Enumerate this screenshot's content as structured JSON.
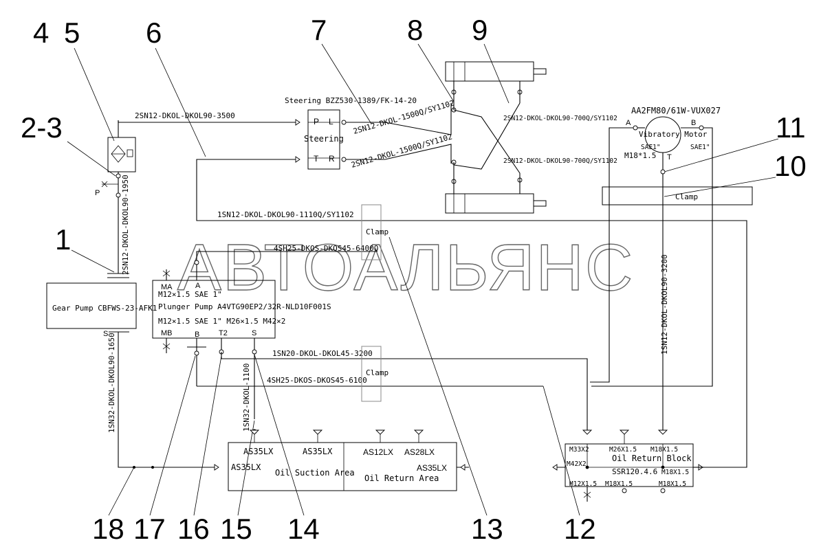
{
  "callouts": {
    "n1": "1",
    "n2_3": "2-3",
    "n4": "4",
    "n5": "5",
    "n6": "6",
    "n7": "7",
    "n8": "8",
    "n9": "9",
    "n10": "10",
    "n11": "11",
    "n12": "12",
    "n13": "13",
    "n14": "14",
    "n15": "15",
    "n16": "16",
    "n17": "17",
    "n18": "18"
  },
  "watermark": "АВТОАЛЬЯНС",
  "steering": {
    "title": "Steering BZZ530-1389/FK-14-20",
    "name": "Steering",
    "port_p": "P",
    "port_l": "L",
    "port_t": "T",
    "port_r": "R"
  },
  "hoses": {
    "filter_to_steering": "2SN12-DKOL-DKOL90-3500",
    "steer_l": "2SN12-DKOL-1500Q/SY1102",
    "steer_r": "2SN12-DKOL-1500Q/SY1102",
    "cyl_upper": "2SN12-DKOL-DKOL90-700Q/SY1102",
    "cyl_lower": "2SN12-DKOL-DKOL90-700Q/SY1102",
    "return_line": "1SN12-DKOL-DKOL90-1110Q/SY1102",
    "pump_feed": "2SN12-DKOL-DKOL90-1950",
    "suction_main": "4SH25-DKOS-DKOS45-6400Q",
    "drain": "1SN20-DKOL-DKOL45-3200",
    "pressure": "4SH25-DKOS-DKOS45-6100",
    "motor_return": "1SN12-DKOL-DKOL90-3200",
    "gear_suction": "1SN32-DKOL-DKOL90-1650",
    "plunger_suction": "1SN32-DKOL-1100"
  },
  "filter": {
    "port_p": "P"
  },
  "gear_pump": {
    "label": "Gear Pump CBFWS-23-AFK1",
    "port_s": "S"
  },
  "plunger_pump": {
    "port_ma": "MA",
    "port_a": "A",
    "thread_top": "M12×1.5 SAE 1\"",
    "label": "Plunger Pump A4VTG90EP2/32R-NLD10F001S",
    "threads_row": "M12×1.5 SAE 1\"  M26×1.5  M42×2",
    "port_mb": "MB",
    "port_b": "B",
    "port_t2": "T2",
    "port_s": "S"
  },
  "clamp": {
    "upper": "Clamp",
    "lower": "Clamp",
    "right": "Clamp"
  },
  "motor": {
    "model": "AA2FM80/61W-VUX027",
    "name": "Vibratory Motor",
    "port_a": "A",
    "port_b": "B",
    "sae_left": "SAE1\"",
    "sae_right": "SAE1\"",
    "thread": "M18*1.5",
    "port_t": "T"
  },
  "tank": {
    "suction_area": "Oil Suction Area",
    "return_area": "Oil Return Area",
    "as35_a": "AS35LX",
    "as35_b": "AS35LX",
    "as12": "AS12LX",
    "as28": "AS28LX",
    "as35_left": "AS35LX",
    "as35_right": "AS35LX"
  },
  "return_block": {
    "name": "Oil Return Block",
    "code": "SSR120.4.6",
    "m33": "M33X2",
    "m26": "M26X1.5",
    "m18_top": "M18X1.5",
    "m42": "M42X2",
    "m18_right": "M18X1.5",
    "m12": "M12X1.5",
    "m18_bl": "M18X1.5",
    "m18_br": "M18X1.5"
  }
}
